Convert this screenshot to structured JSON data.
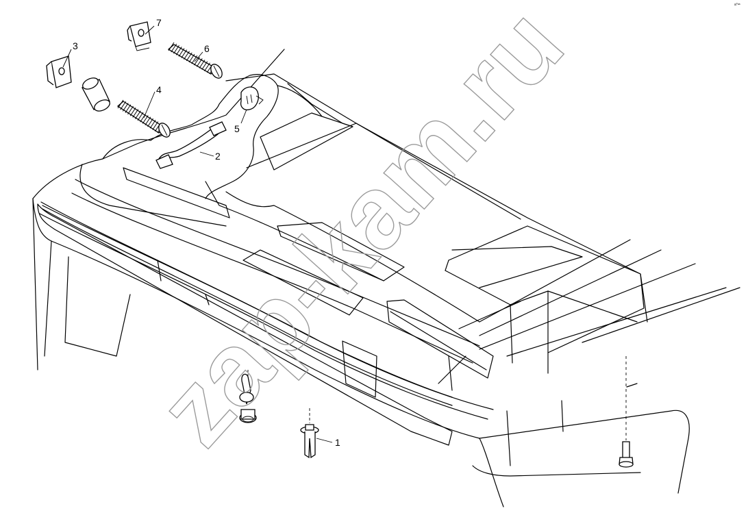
{
  "diagram": {
    "callouts": [
      {
        "id": "1",
        "label": "1"
      },
      {
        "id": "2",
        "label": "2"
      },
      {
        "id": "3",
        "label": "3"
      },
      {
        "id": "4",
        "label": "4"
      },
      {
        "id": "5",
        "label": "5"
      },
      {
        "id": "6",
        "label": "6"
      },
      {
        "id": "7",
        "label": "7"
      }
    ],
    "watermark": "zap-kam.ru",
    "corner_mark": "a°ᵃᵃ"
  }
}
